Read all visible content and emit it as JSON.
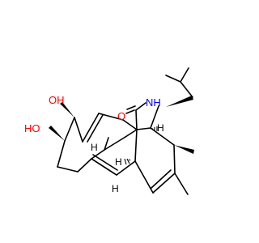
{
  "colors": {
    "bond": "#000000",
    "oxygen": "#ff0000",
    "nitrogen": "#0000ff",
    "carbon_hydrogen": "#000000"
  },
  "labels": {
    "oh_top": "OH",
    "oh_left": "HO",
    "carbonyl_o": "O",
    "nh": "NH",
    "h_alkene": "H",
    "h_ring_junction": "H",
    "h_lower_alkene": "H",
    "h_bridge": "H"
  }
}
